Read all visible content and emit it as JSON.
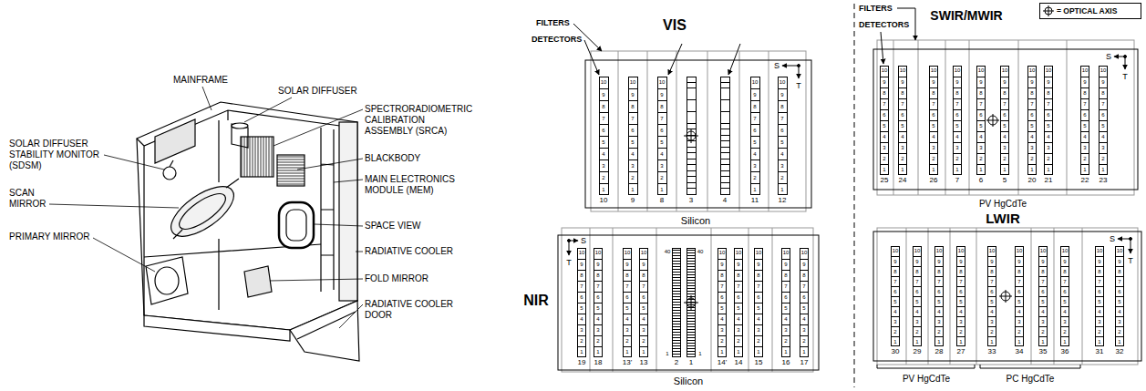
{
  "diagram": {
    "nodes": [
      {
        "text": [
          "VIS",
          "Silicon"
        ]
      },
      {
        "text": [
          "10",
          "9",
          "8",
          "7",
          "6",
          "5",
          "4",
          "3",
          "2",
          "1",
          "10"
        ],
        "in": 0
      },
      {
        "text": [
          "10",
          "9",
          "8",
          "7",
          "6",
          "5",
          "4",
          "3",
          "2",
          "1",
          "9"
        ],
        "in": 0
      },
      {
        "text": [
          "10",
          "9",
          "8",
          "7",
          "6",
          "5",
          "4",
          "3",
          "2",
          "1",
          "8"
        ],
        "in": 0
      },
      {
        "text": [
          "3"
        ],
        "in": 0
      },
      {
        "text": [
          "4"
        ],
        "in": 0
      },
      {
        "text": [
          "10",
          "9",
          "8",
          "7",
          "6",
          "5",
          "4",
          "3",
          "2",
          "1",
          "11"
        ],
        "in": 0
      },
      {
        "text": [
          "10",
          "9",
          "8",
          "7",
          "6",
          "5",
          "4",
          "3",
          "2",
          "1",
          "12"
        ],
        "in": 0
      },
      {
        "text": [
          "SWIR/MWIR",
          "PV HgCdTe"
        ]
      },
      {
        "text": [
          "10",
          "9",
          "8",
          "7",
          "6",
          "5",
          "4",
          "3",
          "2",
          "1",
          "25"
        ],
        "in": 8
      },
      {
        "text": [
          "10",
          "9",
          "8",
          "7",
          "6",
          "5",
          "4",
          "3",
          "2",
          "1",
          "24"
        ],
        "in": 8
      },
      {
        "text": [
          "10",
          "9",
          "8",
          "7",
          "6",
          "5",
          "4",
          "3",
          "2",
          "1",
          "26"
        ],
        "in": 8
      },
      {
        "text": [
          "10",
          "9",
          "8",
          "7",
          "6",
          "5",
          "4",
          "3",
          "2",
          "1",
          "7"
        ],
        "in": 8
      },
      {
        "text": [
          "10",
          "9",
          "8",
          "7",
          "6",
          "5",
          "4",
          "3",
          "2",
          "1",
          "6"
        ],
        "in": 8
      },
      {
        "text": [
          "10",
          "9",
          "8",
          "7",
          "6",
          "5",
          "4",
          "3",
          "2",
          "1",
          "5"
        ],
        "in": 8
      },
      {
        "text": [
          "10",
          "9",
          "8",
          "7",
          "6",
          "5",
          "4",
          "3",
          "2",
          "1",
          "20"
        ],
        "in": 8
      },
      {
        "text": [
          "10",
          "9",
          "8",
          "7",
          "6",
          "5",
          "4",
          "3",
          "2",
          "1",
          "21"
        ],
        "in": 8
      },
      {
        "text": [
          "10",
          "9",
          "8",
          "7",
          "6",
          "5",
          "4",
          "3",
          "2",
          "1",
          "22"
        ],
        "in": 8
      },
      {
        "text": [
          "10",
          "9",
          "8",
          "7",
          "6",
          "5",
          "4",
          "3",
          "2",
          "1",
          "23"
        ],
        "in": 8
      },
      {
        "text": [
          "NIR",
          "Silicon"
        ]
      },
      {
        "text": [
          "10",
          "9",
          "8",
          "7",
          "6",
          "5",
          "4",
          "3",
          "2",
          "1",
          "19"
        ],
        "in": 19
      },
      {
        "text": [
          "10",
          "9",
          "8",
          "7",
          "6",
          "5",
          "4",
          "3",
          "2",
          "1",
          "18"
        ],
        "in": 19
      },
      {
        "text": [
          "10",
          "9",
          "8",
          "7",
          "6",
          "5",
          "4",
          "3",
          "2",
          "1",
          "13'"
        ],
        "in": 19
      },
      {
        "text": [
          "10",
          "9",
          "8",
          "7",
          "6",
          "5",
          "4",
          "3",
          "2",
          "1",
          "13"
        ],
        "in": 19
      },
      {
        "text": [
          "40",
          "1",
          "2"
        ],
        "in": 19
      },
      {
        "text": [
          "40",
          "1",
          "1"
        ],
        "in": 19
      },
      {
        "text": [
          "10",
          "9",
          "8",
          "7",
          "6",
          "5",
          "4",
          "3",
          "2",
          "1",
          "14'"
        ],
        "in": 19
      },
      {
        "text": [
          "10",
          "9",
          "8",
          "7",
          "6",
          "5",
          "4",
          "3",
          "2",
          "1",
          "14"
        ],
        "in": 19
      },
      {
        "text": [
          "10",
          "9",
          "8",
          "7",
          "6",
          "5",
          "4",
          "3",
          "2",
          "1",
          "15"
        ],
        "in": 19
      },
      {
        "text": [
          "10",
          "9",
          "8",
          "7",
          "6",
          "5",
          "4",
          "3",
          "2",
          "1",
          "16"
        ],
        "in": 19
      },
      {
        "text": [
          "10",
          "9",
          "8",
          "7",
          "6",
          "5",
          "4",
          "3",
          "2",
          "1",
          "17"
        ],
        "in": 19
      },
      {
        "text": [
          "LWIR",
          "PV HgCdTe",
          "PC HgCdTe"
        ]
      },
      {
        "text": [
          "10",
          "9",
          "8",
          "7",
          "6",
          "5",
          "4",
          "3",
          "2",
          "1",
          "30"
        ],
        "in": 31
      },
      {
        "text": [
          "10",
          "9",
          "8",
          "7",
          "6",
          "5",
          "4",
          "3",
          "2",
          "1",
          "29"
        ],
        "in": 31
      },
      {
        "text": [
          "10",
          "9",
          "8",
          "7",
          "6",
          "5",
          "4",
          "3",
          "2",
          "1",
          "28"
        ],
        "in": 31
      },
      {
        "text": [
          "10",
          "9",
          "8",
          "7",
          "6",
          "5",
          "4",
          "3",
          "2",
          "1",
          "27"
        ],
        "in": 31
      },
      {
        "text": [
          "10",
          "9",
          "8",
          "7",
          "6",
          "5",
          "4",
          "3",
          "2",
          "1",
          "33"
        ],
        "in": 31
      },
      {
        "text": [
          "10",
          "9",
          "8",
          "7",
          "6",
          "5",
          "4",
          "3",
          "2",
          "1",
          "34"
        ],
        "in": 31
      },
      {
        "text": [
          "10",
          "9",
          "8",
          "7",
          "6",
          "5",
          "4",
          "3",
          "2",
          "1",
          "35"
        ],
        "in": 31
      },
      {
        "text": [
          "10",
          "9",
          "8",
          "7",
          "6",
          "5",
          "4",
          "3",
          "2",
          "1",
          "36"
        ],
        "in": 31
      },
      {
        "text": [
          "10",
          "9",
          "8",
          "7",
          "6",
          "5",
          "4",
          "3",
          "2",
          "1",
          "31"
        ],
        "in": 31
      },
      {
        "text": [
          "10",
          "9",
          "8",
          "7",
          "6",
          "5",
          "4",
          "3",
          "2",
          "1",
          "32"
        ],
        "in": 31
      }
    ],
    "labels": [
      "MAINFRAME",
      "SOLAR DIFFUSER",
      "SPECTRORADIOMETRIC CALIBRATION ASSEMBLY (SRCA)",
      "SOLAR DIFFUSER STABILITY MONITOR (SDSM)",
      "BLACKBODY",
      "MAIN ELECTRONICS MODULE (MEM)",
      "SCAN MIRROR",
      "SPACE VIEW",
      "PRIMARY MIRROR",
      "RADIATIVE COOLER",
      "FOLD MIRROR",
      "RADIATIVE COOLER DOOR",
      "FILTERS",
      "DETECTORS",
      "S",
      "T",
      "FILTERS",
      "DETECTORS",
      "S",
      "T",
      "S",
      "T",
      "S",
      "T"
    ],
    "legend": [
      {
        "text": "= OPTICAL AXIS"
      }
    ]
  }
}
